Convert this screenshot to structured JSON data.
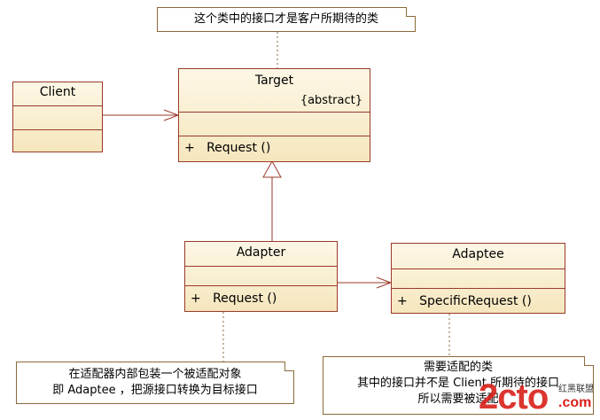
{
  "classes": {
    "target": {
      "name": "Target",
      "stereotype": "{abstract}",
      "operation": "+   Request ()"
    },
    "client": {
      "name": "Client"
    },
    "adapter": {
      "name": "Adapter",
      "operation": "+   Request ()"
    },
    "adaptee": {
      "name": "Adaptee",
      "operation": "+   SpecificRequest ()"
    }
  },
  "notes": {
    "top": "这个类中的接口才是客户所期待的类",
    "adapter_line1": "在适配器内部包装一个被适配对象",
    "adapter_line2": "即 Adaptee ，把源接口转换为目标接口",
    "adaptee_line1": "需要适配的类",
    "adaptee_line2": "其中的接口并不是 Client 所期待的接口",
    "adaptee_line3": "所以需要被适配"
  },
  "watermark": {
    "main": "2cto",
    "suffix": ".com",
    "small": "红黑联盟"
  },
  "colors": {
    "border": "#9a3a2a",
    "fill_top": "#fdf7e6",
    "fill_bottom": "#f5e6bd",
    "watermark": "#d9201a"
  }
}
